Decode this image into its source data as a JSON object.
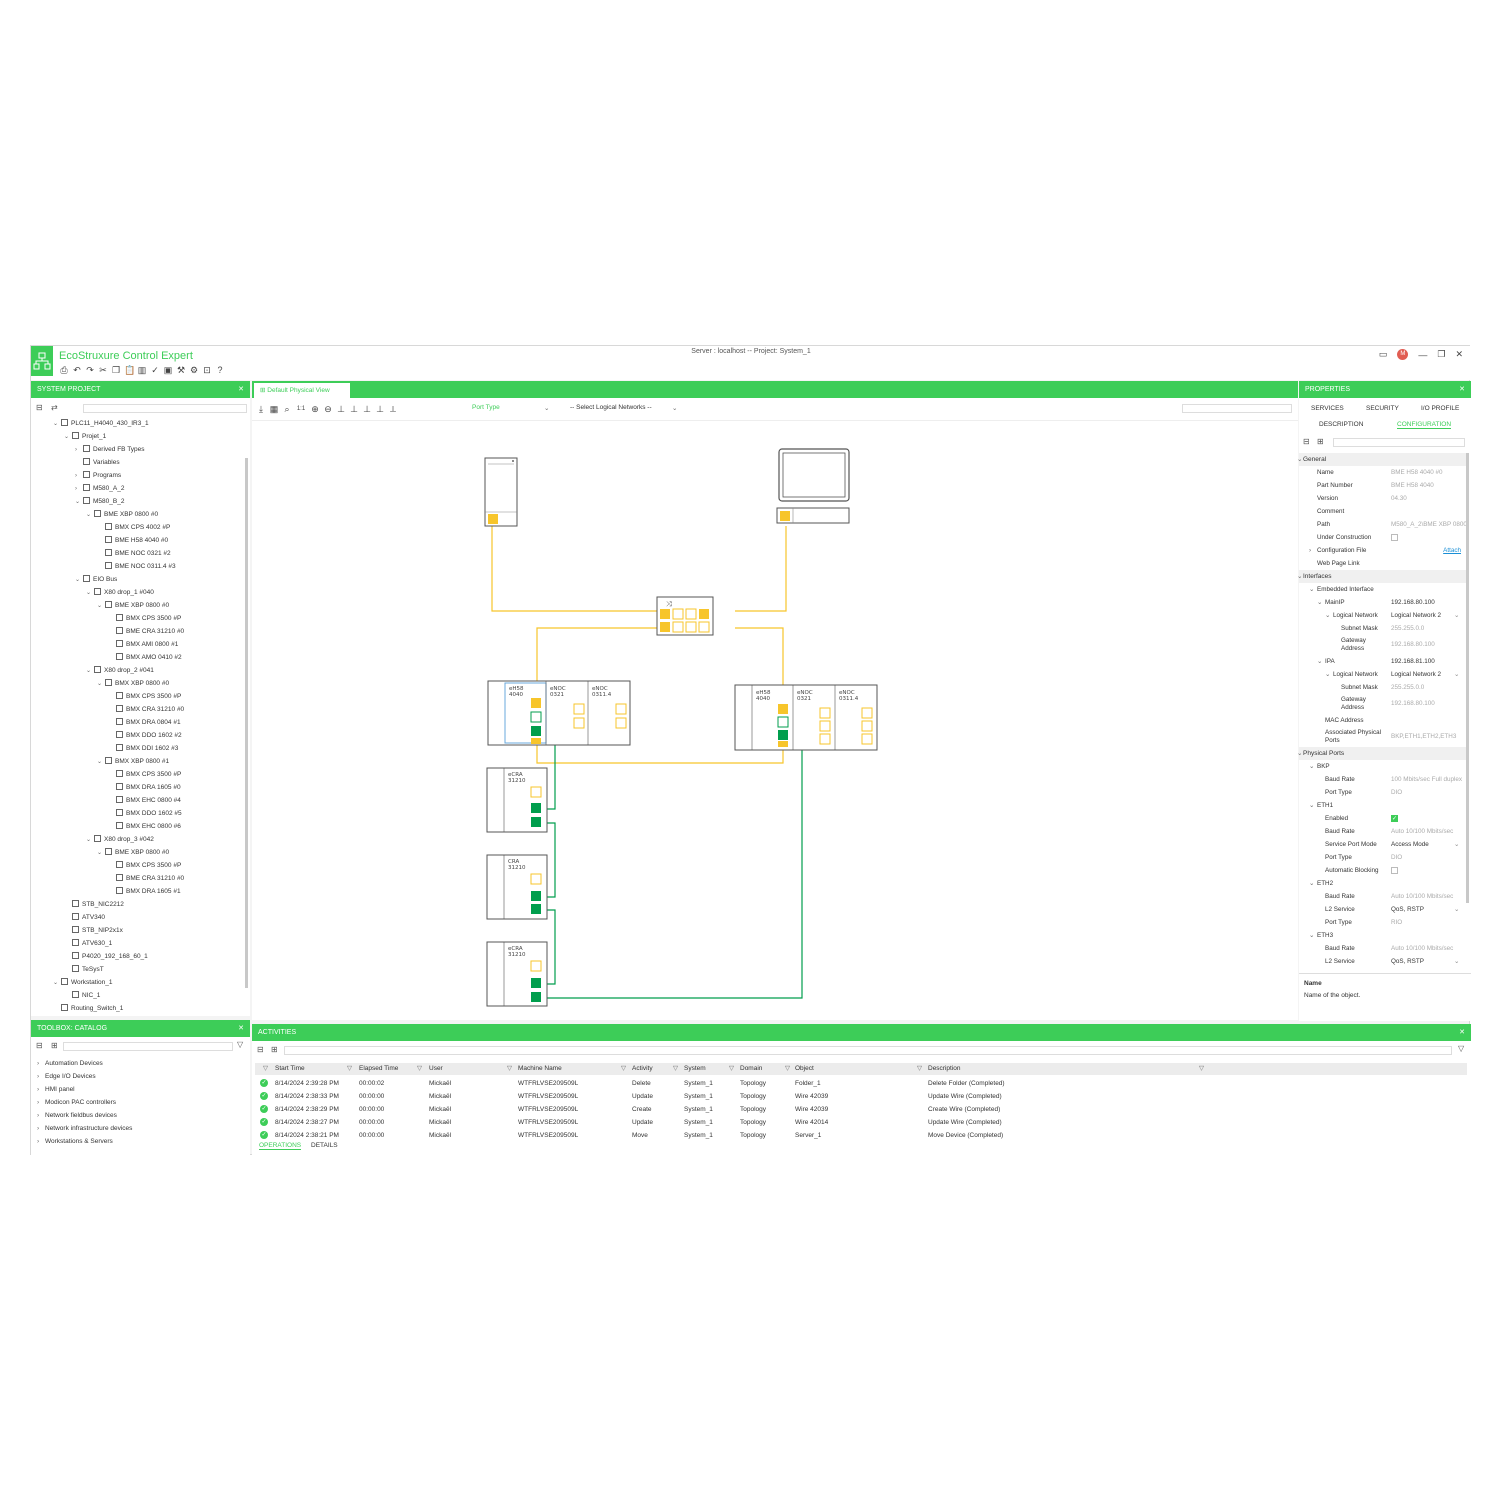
{
  "app": {
    "brand": "EcoStruxure Control Expert",
    "server": "Server : localhost -- Project: System_1",
    "avatar": "M"
  },
  "system_project": {
    "title": "SYSTEM PROJECT",
    "tree": [
      {
        "label": "PLC11_H4040_430_IR3_1",
        "level": 0,
        "caret": "v",
        "icon": "folder"
      },
      {
        "label": "Projet_1",
        "level": 1,
        "caret": "v",
        "icon": "box"
      },
      {
        "label": "Derived FB Types",
        "level": 2,
        "caret": ">",
        "icon": "box"
      },
      {
        "label": "Variables",
        "level": 2,
        "caret": "",
        "icon": "box"
      },
      {
        "label": "Programs",
        "level": 2,
        "caret": ">",
        "icon": "box"
      },
      {
        "label": "M580_A_2",
        "level": 2,
        "caret": ">",
        "icon": "rack"
      },
      {
        "label": "M580_B_2",
        "level": 2,
        "caret": "v",
        "icon": "rack"
      },
      {
        "label": "BME XBP 0800 #0",
        "level": 3,
        "caret": "v",
        "icon": "rack"
      },
      {
        "label": "BMX CPS 4002 #P",
        "level": 4,
        "caret": "",
        "icon": "mod"
      },
      {
        "label": "BME H58 4040 #0",
        "level": 4,
        "caret": "",
        "icon": "mod"
      },
      {
        "label": "BME NOC 0321 #2",
        "level": 4,
        "caret": "",
        "icon": "mod"
      },
      {
        "label": "BME NOC 0311.4 #3",
        "level": 4,
        "caret": "",
        "icon": "mod"
      },
      {
        "label": "EIO Bus",
        "level": 2,
        "caret": "v",
        "icon": "bus"
      },
      {
        "label": "X80 drop_1 #040",
        "level": 3,
        "caret": "v",
        "icon": "rack"
      },
      {
        "label": "BME XBP 0800 #0",
        "level": 4,
        "caret": "v",
        "icon": "rack"
      },
      {
        "label": "BMX CPS 3500 #P",
        "level": 5,
        "caret": "",
        "icon": "mod"
      },
      {
        "label": "BME CRA 31210 #0",
        "level": 5,
        "caret": "",
        "icon": "mod"
      },
      {
        "label": "BMX AMI 0800 #1",
        "level": 5,
        "caret": "",
        "icon": "mod"
      },
      {
        "label": "BMX AMO 0410 #2",
        "level": 5,
        "caret": "",
        "icon": "mod"
      },
      {
        "label": "X80 drop_2 #041",
        "level": 3,
        "caret": "v",
        "icon": "rack"
      },
      {
        "label": "BMX XBP 0800 #0",
        "level": 4,
        "caret": "v",
        "icon": "rack"
      },
      {
        "label": "BMX CPS 3500 #P",
        "level": 5,
        "caret": "",
        "icon": "mod"
      },
      {
        "label": "BMX CRA 31210 #0",
        "level": 5,
        "caret": "",
        "icon": "mod"
      },
      {
        "label": "BMX DRA 0804 #1",
        "level": 5,
        "caret": "",
        "icon": "mod"
      },
      {
        "label": "BMX DDO 1602 #2",
        "level": 5,
        "caret": "",
        "icon": "mod"
      },
      {
        "label": "BMX DDI 1602 #3",
        "level": 5,
        "caret": "",
        "icon": "mod"
      },
      {
        "label": "BMX XBP 0800 #1",
        "level": 4,
        "caret": "v",
        "icon": "rack"
      },
      {
        "label": "BMX CPS 3500 #P",
        "level": 5,
        "caret": "",
        "icon": "mod"
      },
      {
        "label": "BMX DRA 1605 #0",
        "level": 5,
        "caret": "",
        "icon": "mod"
      },
      {
        "label": "BMX EHC 0800 #4",
        "level": 5,
        "caret": "",
        "icon": "mod"
      },
      {
        "label": "BMX DDO 1602 #5",
        "level": 5,
        "caret": "",
        "icon": "mod"
      },
      {
        "label": "BMX EHC 0800 #6",
        "level": 5,
        "caret": "",
        "icon": "mod"
      },
      {
        "label": "X80 drop_3 #042",
        "level": 3,
        "caret": "v",
        "icon": "rack"
      },
      {
        "label": "BME XBP 0800 #0",
        "level": 4,
        "caret": "v",
        "icon": "rack"
      },
      {
        "label": "BMX CPS 3500 #P",
        "level": 5,
        "caret": "",
        "icon": "mod"
      },
      {
        "label": "BME CRA 31210 #0",
        "level": 5,
        "caret": "",
        "icon": "mod"
      },
      {
        "label": "BMX DRA 1605 #1",
        "level": 5,
        "caret": "",
        "icon": "mod"
      },
      {
        "label": "STB_NIC2212",
        "level": 1,
        "caret": "",
        "icon": "dev"
      },
      {
        "label": "ATV340",
        "level": 1,
        "caret": "",
        "icon": "dev"
      },
      {
        "label": "STB_NIP2x1x",
        "level": 1,
        "caret": "",
        "icon": "dev"
      },
      {
        "label": "ATV630_1",
        "level": 1,
        "caret": "",
        "icon": "mod"
      },
      {
        "label": "P4020_192_168_60_1",
        "level": 1,
        "caret": "",
        "icon": "dev"
      },
      {
        "label": "TeSysT",
        "level": 1,
        "caret": "",
        "icon": "dev"
      },
      {
        "label": "Workstation_1",
        "level": 0,
        "caret": "v",
        "icon": "pc"
      },
      {
        "label": "NIC_1",
        "level": 1,
        "caret": "",
        "icon": "dev"
      },
      {
        "label": "Routing_Switch_1",
        "level": 0,
        "caret": "",
        "icon": "sw"
      }
    ]
  },
  "toolbox": {
    "title": "TOOLBOX: CATALOG",
    "items": [
      "Automation Devices",
      "Edge I/O Devices",
      "HMI panel",
      "Modicon PAC controllers",
      "Network fieldbus devices",
      "Network infrastructure devices",
      "Workstations & Servers"
    ]
  },
  "editor": {
    "tab_label": "Default Physical View",
    "port_type": "Port Type",
    "logical_networks": "-- Select Logical Networks --",
    "zoom_label": "1:1",
    "nodes": {
      "hsby_a": {
        "m1": "eH58\n4040",
        "m2": "eNOC\n0321",
        "m3": "eNOC\n0311.4"
      },
      "hsby_b": {
        "m1": "eH58\n4040",
        "m2": "eNOC\n0321",
        "m3": "eNOC\n0311.4"
      },
      "drop1": "eCRA\n31210",
      "drop2": "CRA\n31210",
      "drop3": "eCRA\n31210"
    }
  },
  "properties": {
    "title": "PROPERTIES",
    "tabs": [
      "SERVICES",
      "SECURITY",
      "I/O PROFILE",
      "DESCRIPTION",
      "CONFIGURATION"
    ],
    "active_tab": "CONFIGURATION",
    "rows": [
      {
        "type": "section",
        "label": "General"
      },
      {
        "label": "Name",
        "value": "BME H58 4040 #0",
        "indent": 1,
        "dim": true
      },
      {
        "label": "Part Number",
        "value": "BME H58 4040",
        "indent": 1,
        "dim": true
      },
      {
        "label": "Version",
        "value": "04.30",
        "indent": 1,
        "dim": true
      },
      {
        "label": "Comment",
        "value": "",
        "indent": 1
      },
      {
        "label": "Path",
        "value": "M580_A_2\\BME XBP 0800",
        "indent": 1,
        "dim": true
      },
      {
        "label": "Under Construction",
        "value": "",
        "indent": 1,
        "checkbox": "off"
      },
      {
        "label": "Configuration File",
        "value": "Attach",
        "indent": 1,
        "link": true,
        "caret": ">"
      },
      {
        "label": "Web Page Link",
        "value": "",
        "indent": 1
      },
      {
        "type": "section",
        "label": "Interfaces"
      },
      {
        "label": "Embedded Interface",
        "value": "",
        "indent": 1,
        "caret": "v"
      },
      {
        "label": "MainIP",
        "value": "192.168.80.100",
        "indent": 2,
        "caret": "v"
      },
      {
        "label": "Logical Network",
        "value": "Logical Network 2",
        "indent": 3,
        "caret": "v",
        "dropdown": true
      },
      {
        "label": "Subnet Mask",
        "value": "255.255.0.0",
        "indent": 4,
        "dim": true
      },
      {
        "label": "Gateway Address",
        "value": "192.168.80.100",
        "indent": 4,
        "dim": true,
        "double": true
      },
      {
        "label": "IPA",
        "value": "192.168.81.100",
        "indent": 2,
        "caret": "v"
      },
      {
        "label": "Logical Network",
        "value": "Logical Network 2",
        "indent": 3,
        "caret": "v",
        "dropdown": true
      },
      {
        "label": "Subnet Mask",
        "value": "255.255.0.0",
        "indent": 4,
        "dim": true
      },
      {
        "label": "Gateway Address",
        "value": "192.168.80.100",
        "indent": 4,
        "dim": true,
        "double": true
      },
      {
        "label": "MAC Address",
        "value": "",
        "indent": 2
      },
      {
        "label": "Associated Physical Ports",
        "value": "BKP,ETH1,ETH2,ETH3",
        "indent": 2,
        "dim": true,
        "double": true
      },
      {
        "type": "section",
        "label": "Physical Ports"
      },
      {
        "label": "BKP",
        "value": "",
        "indent": 1,
        "caret": "v"
      },
      {
        "label": "Baud Rate",
        "value": "100 Mbits/sec Full duplex",
        "indent": 2,
        "dim": true
      },
      {
        "label": "Port Type",
        "value": "DIO",
        "indent": 2,
        "dim": true
      },
      {
        "label": "ETH1",
        "value": "",
        "indent": 1,
        "caret": "v"
      },
      {
        "label": "Enabled",
        "value": "",
        "indent": 2,
        "checkbox": "on"
      },
      {
        "label": "Baud Rate",
        "value": "Auto 10/100 Mbits/sec",
        "indent": 2,
        "dim": true
      },
      {
        "label": "Service Port Mode",
        "value": "Access Mode",
        "indent": 2,
        "dropdown": true
      },
      {
        "label": "Port Type",
        "value": "DIO",
        "indent": 2,
        "dim": true
      },
      {
        "label": "Automatic Blocking",
        "value": "",
        "indent": 2,
        "checkbox": "off"
      },
      {
        "label": "ETH2",
        "value": "",
        "indent": 1,
        "caret": "v"
      },
      {
        "label": "Baud Rate",
        "value": "Auto 10/100 Mbits/sec",
        "indent": 2,
        "dim": true
      },
      {
        "label": "L2 Service",
        "value": "QoS, RSTP",
        "indent": 2,
        "dropdown": true
      },
      {
        "label": "Port Type",
        "value": "RIO",
        "indent": 2,
        "dim": true
      },
      {
        "label": "ETH3",
        "value": "",
        "indent": 1,
        "caret": "v"
      },
      {
        "label": "Baud Rate",
        "value": "Auto 10/100 Mbits/sec",
        "indent": 2,
        "dim": true
      },
      {
        "label": "L2 Service",
        "value": "QoS, RSTP",
        "indent": 2,
        "dropdown": true
      }
    ],
    "help_title": "Name",
    "help_text": "Name of the object."
  },
  "activities": {
    "title": "ACTIVITIES",
    "columns": [
      "Start Time",
      "Elapsed Time",
      "User",
      "Machine Name",
      "Activity",
      "System",
      "Domain",
      "Object",
      "Description"
    ],
    "rows": [
      [
        "8/14/2024 2:39:28 PM",
        "00:00:02",
        "Mickaël",
        "WTFRLVSE209509L",
        "Delete",
        "System_1",
        "Topology",
        "Folder_1",
        "Delete Folder (Completed)"
      ],
      [
        "8/14/2024 2:38:33 PM",
        "00:00:00",
        "Mickaël",
        "WTFRLVSE209509L",
        "Update",
        "System_1",
        "Topology",
        "Wire 42039",
        "Update Wire (Completed)"
      ],
      [
        "8/14/2024 2:38:29 PM",
        "00:00:00",
        "Mickaël",
        "WTFRLVSE209509L",
        "Create",
        "System_1",
        "Topology",
        "Wire 42039",
        "Create Wire (Completed)"
      ],
      [
        "8/14/2024 2:38:27 PM",
        "00:00:00",
        "Mickaël",
        "WTFRLVSE209509L",
        "Update",
        "System_1",
        "Topology",
        "Wire 42014",
        "Update Wire (Completed)"
      ],
      [
        "8/14/2024 2:38:21 PM",
        "00:00:00",
        "Mickaël",
        "WTFRLVSE209509L",
        "Move",
        "System_1",
        "Topology",
        "Server_1",
        "Move Device (Completed)"
      ]
    ],
    "tabs": [
      "OPERATIONS",
      "DETAILS"
    ]
  },
  "colors": {
    "brand": "#3dcd58",
    "yellow": "#f7c52b",
    "green": "#009e4d"
  }
}
